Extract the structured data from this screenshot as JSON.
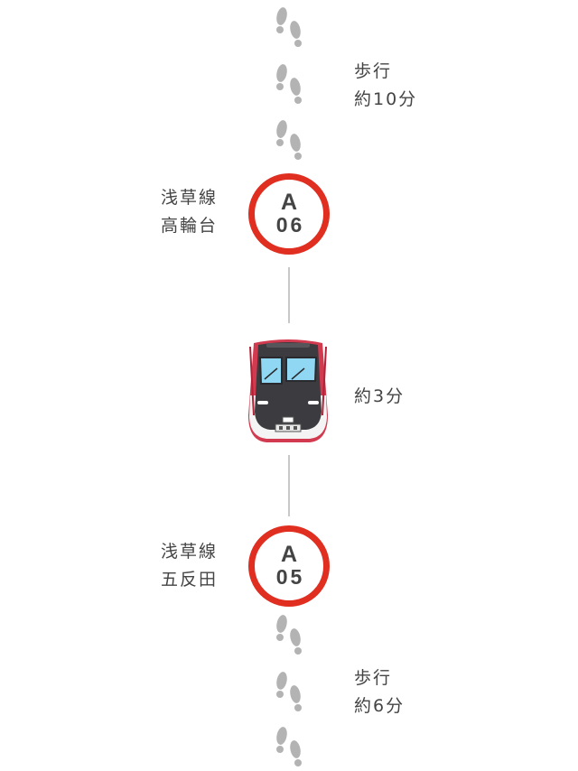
{
  "route": {
    "walk_to_station": {
      "line1": "歩行",
      "line2": "約10分",
      "icon": "footprints-icon"
    },
    "departure_station": {
      "line_name": "浅草線",
      "station_name": "高輪台",
      "line_code": "A",
      "station_number": "06",
      "color": "#e02e20"
    },
    "ride": {
      "duration": "約3分",
      "icon": "train-icon"
    },
    "arrival_station": {
      "line_name": "浅草線",
      "station_name": "五反田",
      "line_code": "A",
      "station_number": "05",
      "color": "#e02e20"
    },
    "walk_from_station": {
      "line1": "歩行",
      "line2": "約6分",
      "icon": "footprints-icon"
    }
  }
}
